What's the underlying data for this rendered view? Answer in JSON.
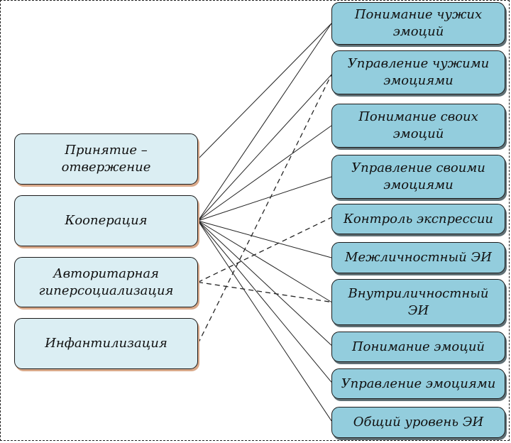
{
  "diagram": {
    "left_nodes": [
      {
        "id": "L1",
        "label": "Принятие – отвержение"
      },
      {
        "id": "L2",
        "label": "Кооперация"
      },
      {
        "id": "L3",
        "label": "Авторитарная гиперсоциализация"
      },
      {
        "id": "L4",
        "label": "Инфантилизация"
      }
    ],
    "right_nodes": [
      {
        "id": "R1",
        "label": "Понимание чужих эмоций"
      },
      {
        "id": "R2",
        "label": "Управление чужими эмоциями"
      },
      {
        "id": "R3",
        "label": "Понимание своих эмоций"
      },
      {
        "id": "R4",
        "label": "Управление своими эмоциями"
      },
      {
        "id": "R5",
        "label": "Контроль экспрессии"
      },
      {
        "id": "R6",
        "label": "Межличностный ЭИ"
      },
      {
        "id": "R7",
        "label": "Внутриличностный ЭИ"
      },
      {
        "id": "R8",
        "label": "Понимание эмоций"
      },
      {
        "id": "R9",
        "label": "Управление эмоциями"
      },
      {
        "id": "R10",
        "label": "Общий уровень ЭИ"
      }
    ],
    "edges": [
      {
        "from": "L1",
        "to": "R1",
        "style": "solid"
      },
      {
        "from": "L2",
        "to": "R1",
        "style": "solid"
      },
      {
        "from": "L2",
        "to": "R2",
        "style": "solid"
      },
      {
        "from": "L2",
        "to": "R3",
        "style": "solid"
      },
      {
        "from": "L2",
        "to": "R4",
        "style": "solid"
      },
      {
        "from": "L2",
        "to": "R6",
        "style": "solid"
      },
      {
        "from": "L2",
        "to": "R7",
        "style": "solid"
      },
      {
        "from": "L2",
        "to": "R8",
        "style": "solid"
      },
      {
        "from": "L2",
        "to": "R9",
        "style": "solid"
      },
      {
        "from": "L2",
        "to": "R10",
        "style": "solid"
      },
      {
        "from": "L3",
        "to": "R5",
        "style": "dashed"
      },
      {
        "from": "L3",
        "to": "R7",
        "style": "dashed"
      },
      {
        "from": "L4",
        "to": "R2",
        "style": "dashed"
      }
    ],
    "colors": {
      "left_fill": "#dbeef3",
      "right_fill": "#93cddd",
      "line": "#222222"
    }
  }
}
